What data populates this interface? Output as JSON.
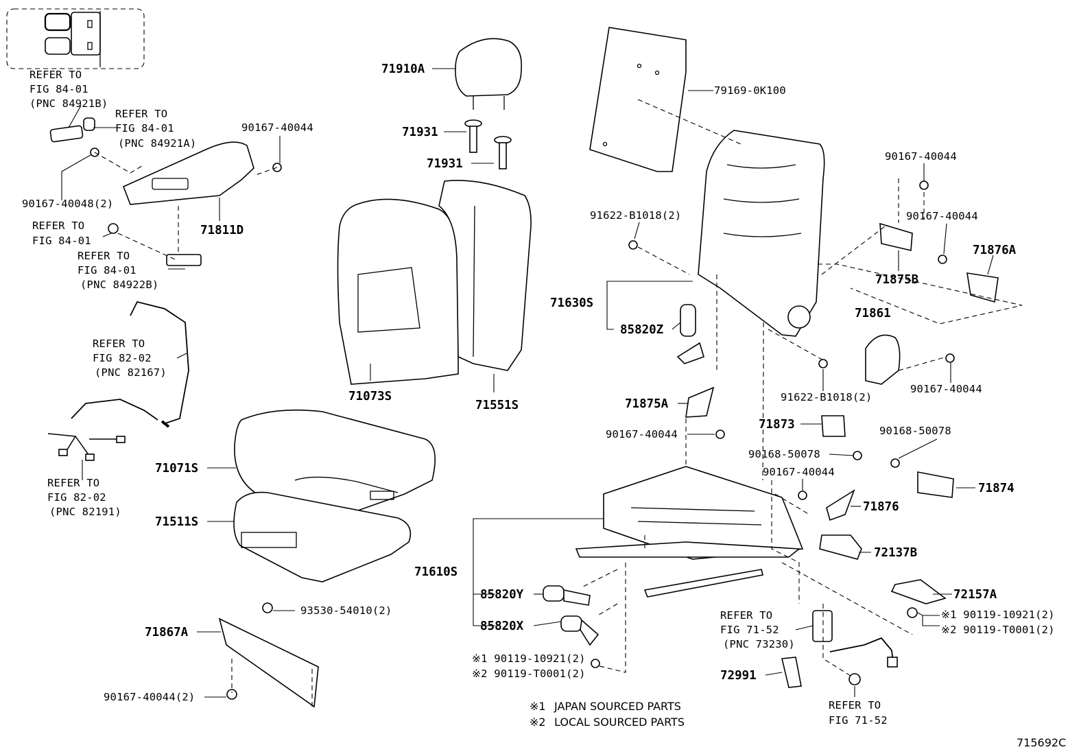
{
  "diagram_id": "715692C",
  "notes": [
    {
      "mark": "※1",
      "text": "JAPAN SOURCED PARTS"
    },
    {
      "mark": "※2",
      "text": "LOCAL SOURCED PARTS"
    }
  ],
  "callouts": [
    {
      "lines": [
        "REFER TO",
        "FIG 84-01",
        "(PNC 84921B)"
      ]
    },
    {
      "lines": [
        "REFER TO",
        "FIG 84-01",
        "(PNC 84921A)"
      ]
    },
    {
      "lines": [
        "90167-40044"
      ]
    },
    {
      "lines": [
        "90167-40048(2)"
      ]
    },
    {
      "lines": [
        "71811D"
      ]
    },
    {
      "lines": [
        "REFER TO",
        "FIG 84-01"
      ]
    },
    {
      "lines": [
        "REFER TO",
        "FIG 84-01",
        "(PNC 84922B)"
      ]
    },
    {
      "lines": [
        "REFER TO",
        "FIG 82-02",
        "(PNC 82167)"
      ]
    },
    {
      "lines": [
        "REFER TO",
        "FIG 82-02",
        "(PNC 82191)"
      ]
    },
    {
      "lines": [
        "71910A"
      ]
    },
    {
      "lines": [
        "71931"
      ]
    },
    {
      "lines": [
        "71931"
      ]
    },
    {
      "lines": [
        "71073S"
      ]
    },
    {
      "lines": [
        "71551S"
      ]
    },
    {
      "lines": [
        "71071S"
      ]
    },
    {
      "lines": [
        "71511S"
      ]
    },
    {
      "lines": [
        "93530-54010(2)"
      ]
    },
    {
      "lines": [
        "71867A"
      ]
    },
    {
      "lines": [
        "90167-40044(2)"
      ]
    },
    {
      "lines": [
        "79169-0K100"
      ]
    },
    {
      "lines": [
        "91622-B1018(2)"
      ]
    },
    {
      "lines": [
        "71630S"
      ]
    },
    {
      "lines": [
        "85820Z"
      ]
    },
    {
      "lines": [
        "90167-40044"
      ]
    },
    {
      "lines": [
        "90167-40044"
      ]
    },
    {
      "lines": [
        "71876A"
      ]
    },
    {
      "lines": [
        "71875B"
      ]
    },
    {
      "lines": [
        "71861"
      ]
    },
    {
      "lines": [
        "90167-40044"
      ]
    },
    {
      "lines": [
        "91622-B1018(2)"
      ]
    },
    {
      "lines": [
        "71875A"
      ]
    },
    {
      "lines": [
        "90167-40044"
      ]
    },
    {
      "lines": [
        "71873"
      ]
    },
    {
      "lines": [
        "90168-50078"
      ]
    },
    {
      "lines": [
        "90168-50078"
      ]
    },
    {
      "lines": [
        "90167-40044"
      ]
    },
    {
      "lines": [
        "71874"
      ]
    },
    {
      "lines": [
        "71876"
      ]
    },
    {
      "lines": [
        "72137B"
      ]
    },
    {
      "lines": [
        "71610S"
      ]
    },
    {
      "lines": [
        "85820Y"
      ]
    },
    {
      "lines": [
        "85820X"
      ]
    },
    {
      "lines": [
        "※1 90119-10921(2)",
        "※2 90119-T0001(2)"
      ]
    },
    {
      "lines": [
        "72157A"
      ]
    },
    {
      "lines": [
        "※1 90119-10921(2)",
        "※2 90119-T0001(2)"
      ]
    },
    {
      "lines": [
        "REFER TO",
        "FIG 71-52",
        "(PNC 73230)"
      ]
    },
    {
      "lines": [
        "72991"
      ]
    },
    {
      "lines": [
        "REFER TO",
        "FIG 71-52"
      ]
    }
  ]
}
